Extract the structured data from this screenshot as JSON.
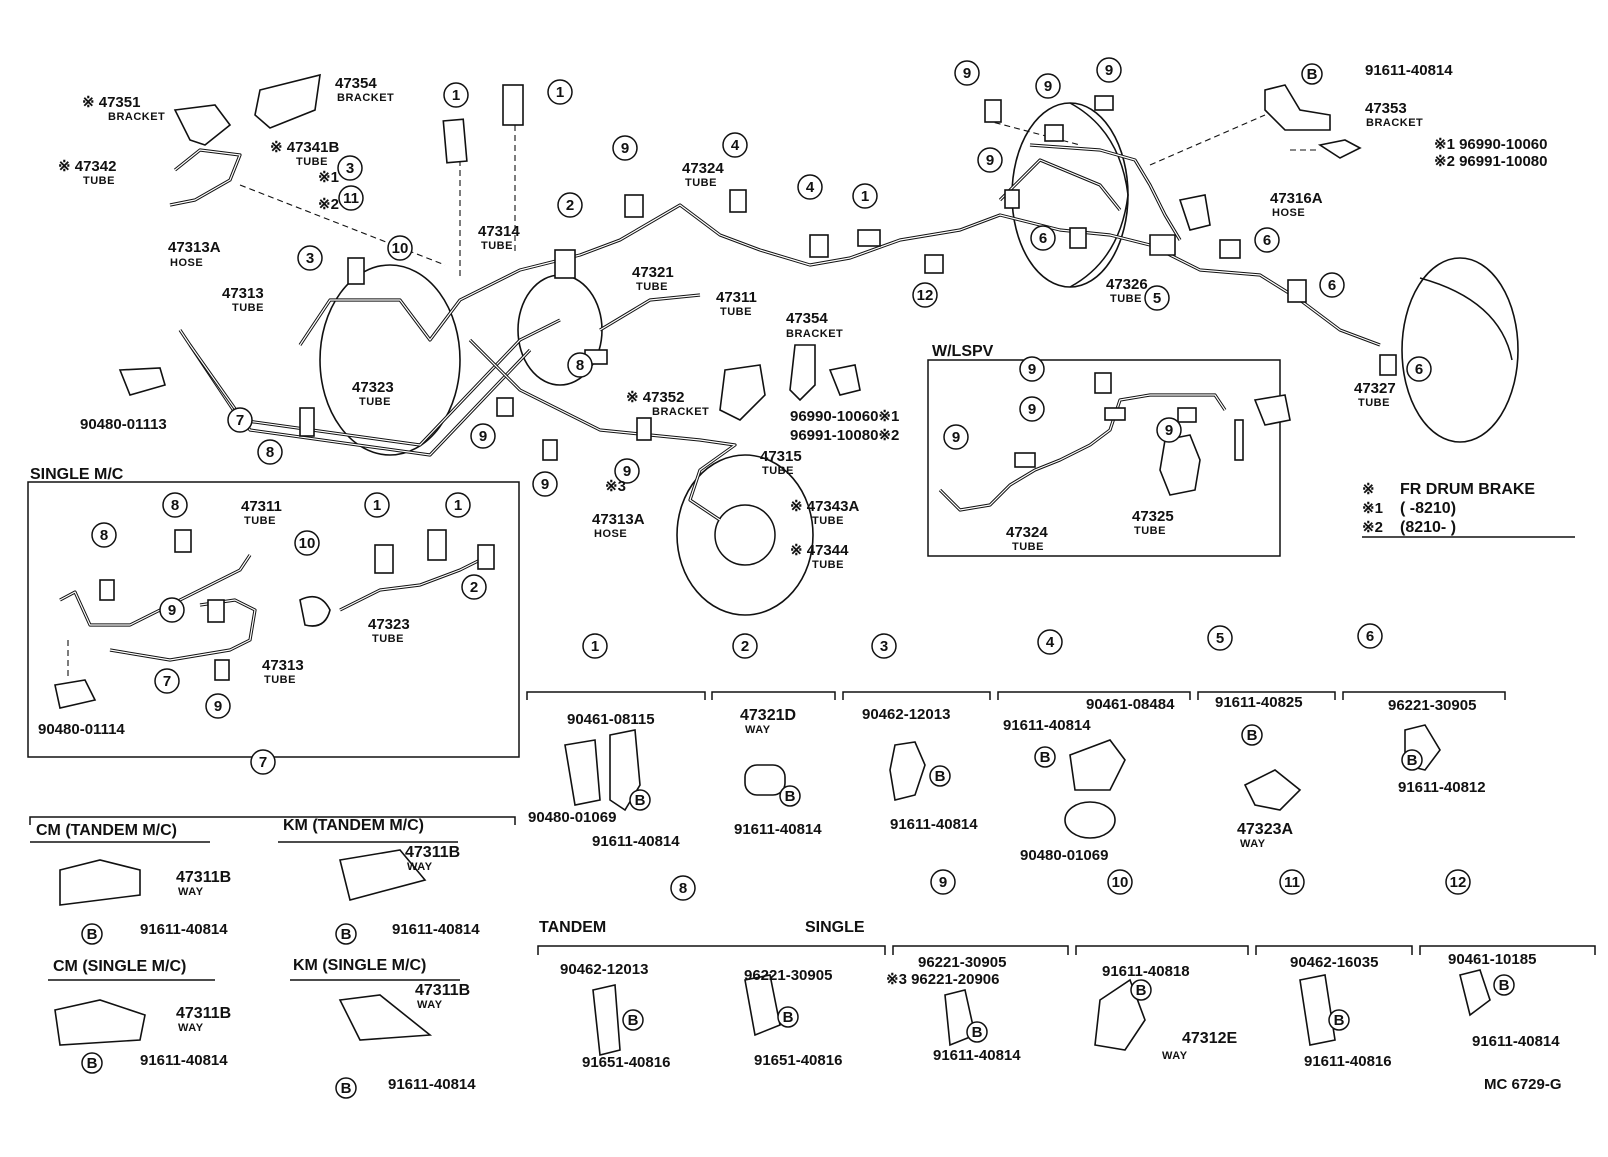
{
  "diagram": {
    "code": "MC 6729-G",
    "legend": {
      "mark": "※",
      "title": "FR DRUM BRAKE",
      "note1_mark": "※1",
      "note1": "(      -8210)",
      "note2_mark": "※2",
      "note2": "(8210-      )"
    },
    "main_parts": [
      {
        "id": "p47354a",
        "num": "47354",
        "sub": "BRACKET"
      },
      {
        "id": "p47351",
        "num": "※ 47351",
        "sub": "BRACKET"
      },
      {
        "id": "p47341b",
        "num": "※ 47341B",
        "sub": "TUBE"
      },
      {
        "id": "p47342",
        "num": "※ 47342",
        "sub": "TUBE"
      },
      {
        "id": "p47313a",
        "num": "47313A",
        "sub": "HOSE"
      },
      {
        "id": "p47314",
        "num": "47314",
        "sub": "TUBE"
      },
      {
        "id": "p47313",
        "num": "47313",
        "sub": "TUBE"
      },
      {
        "id": "p47323",
        "num": "47323",
        "sub": "TUBE"
      },
      {
        "id": "p90480_01113",
        "num": "90480-01113",
        "sub": ""
      },
      {
        "id": "p47324",
        "num": "47324",
        "sub": "TUBE"
      },
      {
        "id": "p47321",
        "num": "47321",
        "sub": "TUBE"
      },
      {
        "id": "p47311",
        "num": "47311",
        "sub": "TUBE"
      },
      {
        "id": "p47354b",
        "num": "47354",
        "sub": "BRACKET"
      },
      {
        "id": "p47352",
        "num": "※ 47352",
        "sub": "BRACKET"
      },
      {
        "id": "p96990",
        "num": "96990-10060※1",
        "sub": ""
      },
      {
        "id": "p96991",
        "num": "96991-10080※2",
        "sub": ""
      },
      {
        "id": "p47315",
        "num": "47315",
        "sub": "TUBE"
      },
      {
        "id": "p47313a2",
        "num": "47313A",
        "sub": "HOSE"
      },
      {
        "id": "p47343a",
        "num": "※ 47343A",
        "sub": "TUBE"
      },
      {
        "id": "p47344",
        "num": "※ 47344",
        "sub": "TUBE"
      },
      {
        "id": "p47326",
        "num": "47326",
        "sub": "TUBE"
      },
      {
        "id": "p47316a",
        "num": "47316A",
        "sub": "HOSE"
      },
      {
        "id": "p47353",
        "num": "47353",
        "sub": "BRACKET"
      },
      {
        "id": "p91611_40814_top",
        "num": "91611-40814",
        "sub": ""
      },
      {
        "id": "p96990b",
        "num": "※1 96990-10060",
        "sub": ""
      },
      {
        "id": "p96991b",
        "num": "※2 96991-10080",
        "sub": ""
      },
      {
        "id": "p47327",
        "num": "47327",
        "sub": "TUBE"
      }
    ],
    "marks": {
      "m1": "※1",
      "m2": "※2",
      "m3": "※3"
    },
    "wlspv": {
      "title": "W/LSPV",
      "parts": [
        {
          "num": "47324",
          "sub": "TUBE"
        },
        {
          "num": "47325",
          "sub": "TUBE"
        }
      ]
    },
    "single_mc": {
      "title": "SINGLE  M/C",
      "parts": [
        {
          "num": "47311",
          "sub": "TUBE"
        },
        {
          "num": "47323",
          "sub": "TUBE"
        },
        {
          "num": "47313",
          "sub": "TUBE"
        },
        {
          "num": "90480-01114",
          "sub": ""
        }
      ]
    },
    "callouts": [
      "1",
      "2",
      "3",
      "4",
      "5",
      "6",
      "7",
      "8",
      "9",
      "10",
      "11",
      "12"
    ],
    "breakdown": [
      {
        "n": "1",
        "labels": [
          "90461-08115",
          "90480-01069",
          "91611-40814"
        ]
      },
      {
        "n": "2",
        "labels": [
          "47321D",
          "WAY",
          "91611-40814"
        ]
      },
      {
        "n": "3",
        "labels": [
          "90462-12013",
          "91611-40814"
        ]
      },
      {
        "n": "4",
        "labels": [
          "90461-08484",
          "91611-40814",
          "90480-01069"
        ]
      },
      {
        "n": "5",
        "labels": [
          "91611-40825",
          "47323A",
          "WAY"
        ]
      },
      {
        "n": "6",
        "labels": [
          "96221-30905",
          "91611-40812"
        ]
      }
    ],
    "group7": {
      "cm_tandem": "CM (TANDEM M/C)",
      "km_tandem": "KM (TANDEM M/C)",
      "cm_single": "CM (SINGLE M/C)",
      "km_single": "KM (SINGLE M/C)",
      "way_part": "47311B",
      "way": "WAY",
      "bolt": "91611-40814",
      "bolt_mark": "B"
    },
    "group8": {
      "tandem": "TANDEM",
      "single": "SINGLE",
      "labels": [
        "90462-12013",
        "91651-40816",
        "96221-30905",
        "91651-40816"
      ]
    },
    "group9": {
      "labels": [
        "96221-30905",
        "※3 96221-20906",
        "91611-40814"
      ]
    },
    "group10": {
      "labels": [
        "91611-40818",
        "47312E",
        "WAY"
      ]
    },
    "group11": {
      "labels": [
        "90462-16035",
        "91611-40816"
      ]
    },
    "group12": {
      "labels": [
        "90461-10185",
        "91611-40814"
      ]
    }
  }
}
